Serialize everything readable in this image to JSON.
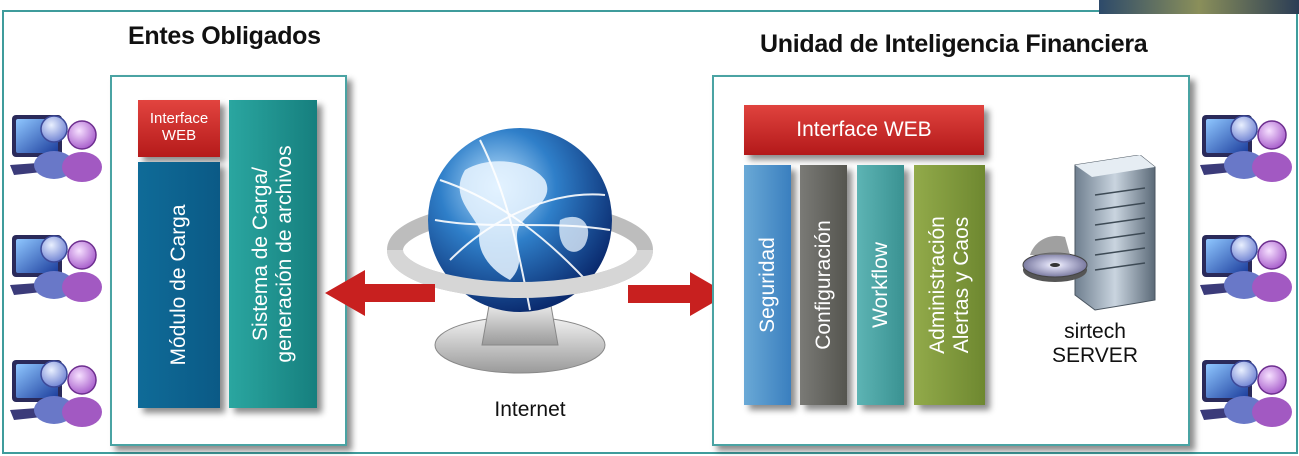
{
  "diagram": {
    "left_title": "Entes Obligados",
    "right_title": "Unidad de Inteligencia Financiera",
    "left_panel": {
      "interface_web_line1": "Interface",
      "interface_web_line2": "WEB",
      "modulo": "Módulo de Carga",
      "sistema_line1": "Sistema de Carga/",
      "sistema_line2": "generación de archivos"
    },
    "right_panel": {
      "interface_web": "Interface  WEB",
      "seguridad": "Seguridad",
      "configuracion": "Configuración",
      "workflow": "Workflow",
      "administracion_line1": "Administración",
      "administracion_line2": "Alertas y Caos"
    },
    "internet_label": "Internet",
    "server_label_line1": "sirtech",
    "server_label_line2": "SERVER"
  },
  "colors": {
    "frame": "#3f9c9c",
    "red": "#c8201f",
    "modulo": "#0b5f8c",
    "sistema": "#1f9a96",
    "seguridad": "#4f93cb",
    "configuracion": "#65645f",
    "workflow": "#48a3a3",
    "administracion": "#7f9a3a"
  },
  "icons": [
    "user-computer-icon",
    "globe-icon",
    "server-icon",
    "arrow-icon"
  ]
}
